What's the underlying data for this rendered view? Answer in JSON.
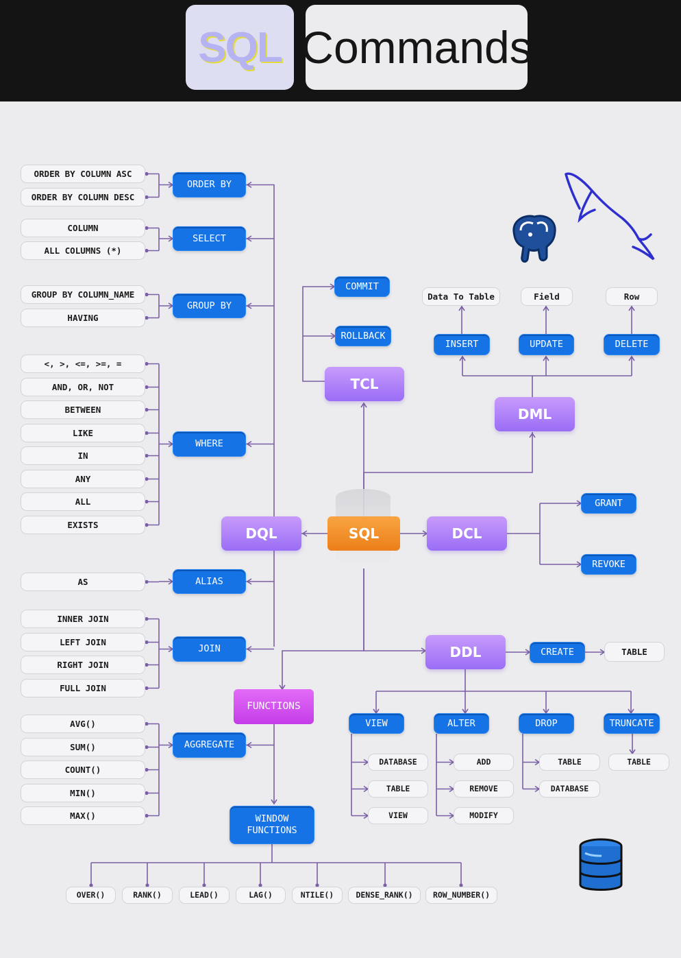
{
  "header": {
    "logo_text": "SQL",
    "title": "Commands"
  },
  "colors": {
    "background": "#ececef",
    "header_bg": "#141414",
    "blue": "#1673e6",
    "purple": "#9a6df6",
    "orange": "#ec7f19",
    "magenta": "#d04cf0",
    "line": "#7b5fa5"
  },
  "icons": [
    "postgresql-elephant-icon",
    "mysql-dolphin-icon",
    "database-icon"
  ],
  "center": {
    "label": "SQL"
  },
  "categories": {
    "dql": "DQL",
    "dml": "DML",
    "tcl": "TCL",
    "dcl": "DCL",
    "ddl": "DDL"
  },
  "dql": {
    "order_by": {
      "label": "ORDER BY",
      "items": [
        "ORDER BY COLUMN ASC",
        "ORDER BY COLUMN DESC"
      ]
    },
    "select": {
      "label": "SELECT",
      "items": [
        "COLUMN",
        "ALL COLUMNS (*)"
      ]
    },
    "group_by": {
      "label": "GROUP BY",
      "items": [
        "GROUP BY COLUMN_NAME",
        "HAVING"
      ]
    },
    "where": {
      "label": "WHERE",
      "items": [
        "<, >, <=, >=, =",
        "AND, OR, NOT",
        "BETWEEN",
        "LIKE",
        "IN",
        "ANY",
        "ALL",
        "EXISTS"
      ]
    },
    "alias": {
      "label": "ALIAS",
      "items": [
        "AS"
      ]
    },
    "join": {
      "label": "JOIN",
      "items": [
        "INNER JOIN",
        "LEFT JOIN",
        "RIGHT JOIN",
        "FULL JOIN"
      ]
    },
    "functions": {
      "label": "FUNCTIONS"
    },
    "aggregate": {
      "label": "AGGREGATE",
      "items": [
        "AVG()",
        "SUM()",
        "COUNT()",
        "MIN()",
        "MAX()"
      ]
    },
    "window": {
      "label": "WINDOW\nFUNCTIONS",
      "items": [
        "OVER()",
        "RANK()",
        "LEAD()",
        "LAG()",
        "NTILE()",
        "DENSE_RANK()",
        "ROW_NUMBER()"
      ]
    }
  },
  "tcl": {
    "items": [
      "COMMIT",
      "ROLLBACK"
    ]
  },
  "dml": {
    "insert": {
      "label": "INSERT",
      "target": "Data To Table"
    },
    "update": {
      "label": "UPDATE",
      "target": "Field"
    },
    "delete": {
      "label": "DELETE",
      "target": "Row"
    }
  },
  "dcl": {
    "items": [
      "GRANT",
      "REVOKE"
    ]
  },
  "ddl": {
    "create": {
      "label": "CREATE",
      "target": "TABLE"
    },
    "view": {
      "label": "VIEW",
      "items": [
        "DATABASE",
        "TABLE",
        "VIEW"
      ]
    },
    "alter": {
      "label": "ALTER",
      "items": [
        "ADD",
        "REMOVE",
        "MODIFY"
      ]
    },
    "drop": {
      "label": "DROP",
      "items": [
        "TABLE",
        "DATABASE"
      ]
    },
    "truncate": {
      "label": "TRUNCATE",
      "items": [
        "TABLE"
      ]
    }
  }
}
